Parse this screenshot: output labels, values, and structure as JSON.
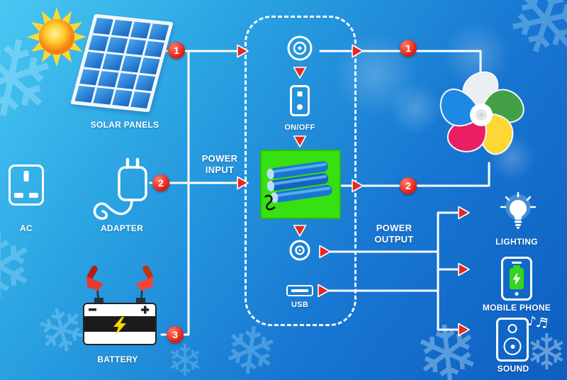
{
  "diagram": {
    "sources": {
      "solar_panels_label": "SOLAR PANELS",
      "ac_label": "AC",
      "adapter_label": "ADAPTER",
      "battery_label": "BATTERY"
    },
    "power_station": {
      "on_off_label": "ON/OFF",
      "usb_label": "USB"
    },
    "flow": {
      "power_input_label": "POWER INPUT",
      "power_output_label": "POWER OUTPUT"
    },
    "outputs": {
      "lighting_label": "LIGHTING",
      "mobile_phone_label": "MOBILE PHONE",
      "sound_label": "SOUND",
      "sound_notes": "♪♬"
    },
    "markers": {
      "input_solar": "1",
      "input_adapter": "2",
      "input_battery": "3",
      "output_fan_line1": "1",
      "output_fan_line2": "2"
    },
    "icons": {
      "sun": "sun-icon",
      "solar_panel": "solar-panel-icon",
      "ac_socket": "ac-socket-icon",
      "power_adapter": "power-adapter-icon",
      "car_battery": "car-battery-icon",
      "dc_input_port": "dc-input-port-icon",
      "power_switch": "power-switch-icon",
      "battery_pack": "battery-pack-icon",
      "dc_output_port": "dc-output-port-icon",
      "usb_port": "usb-port-icon",
      "fan": "pinwheel-fan-icon",
      "light_bulb": "light-bulb-icon",
      "mobile_phone": "mobile-phone-icon",
      "speaker": "speaker-icon"
    },
    "colors": {
      "background_top": "#49c8f3",
      "background_bottom": "#0d5ec0",
      "connection_line": "#ffffff",
      "marker_red": "#e8281e",
      "solar_cell_blue": "#1e88e5",
      "battery_pack_green": "#37e011"
    }
  }
}
